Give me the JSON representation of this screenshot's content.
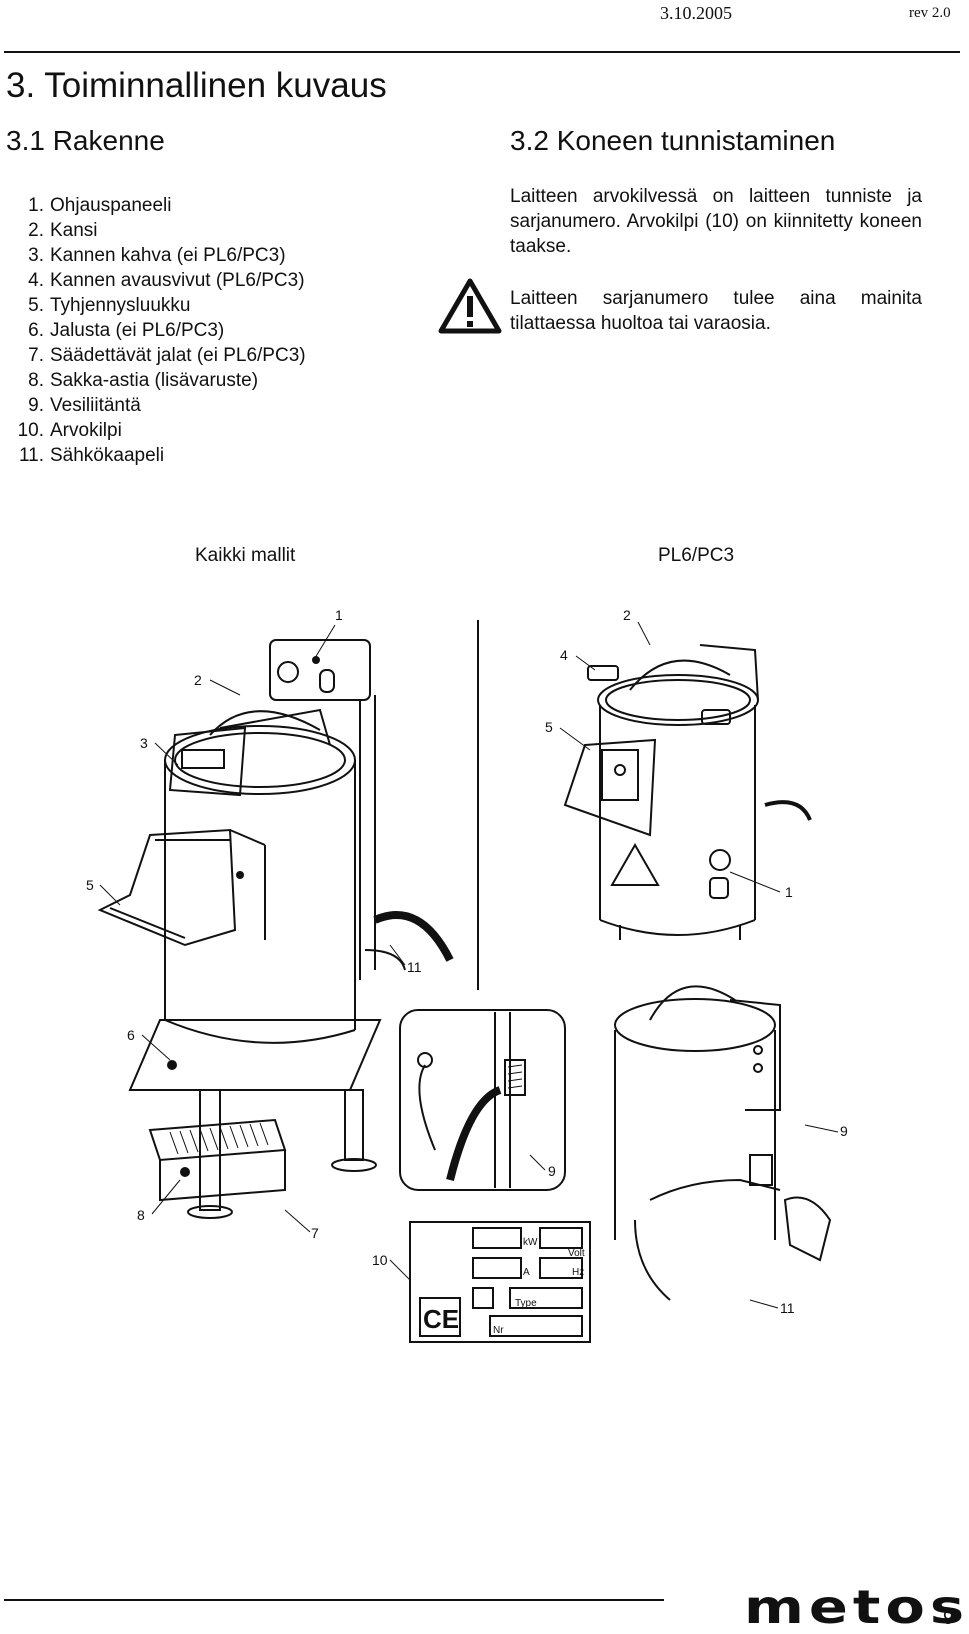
{
  "header": {
    "date": "3.10.2005",
    "revision": "rev 2.0"
  },
  "section_title": "3. Toiminnallinen kuvaus",
  "subsection_structure": "3.1 Rakenne",
  "parts": [
    {
      "num": "1.",
      "label": "Ohjauspaneeli"
    },
    {
      "num": "2.",
      "label": "Kansi"
    },
    {
      "num": "3.",
      "label": "Kannen kahva (ei PL6/PC3)"
    },
    {
      "num": "4.",
      "label": "Kannen avausvivut (PL6/PC3)"
    },
    {
      "num": "5.",
      "label": "Tyhjennysluukku"
    },
    {
      "num": "6.",
      "label": "Jalusta (ei PL6/PC3)"
    },
    {
      "num": "7.",
      "label": "Säädettävät jalat (ei PL6/PC3)"
    },
    {
      "num": "8.",
      "label": "Sakka-astia (lisävaruste)"
    },
    {
      "num": "9.",
      "label": "Vesiliitäntä"
    },
    {
      "num": "10.",
      "label": "Arvokilpi"
    },
    {
      "num": "11.",
      "label": "Sähkökaapeli"
    }
  ],
  "subsection_identification": "3.2 Koneen tunnistaminen",
  "paragraph1": "Laitteen arvokilvessä on laitteen tunniste ja sarjanumero. Arvokilpi (10) on kiinnitetty koneen taakse.",
  "paragraph2": "Laitteen sarjanumero tulee aina mainita tilattaessa huoltoa tai varaosia.",
  "figure": {
    "caption_left": "Kaikki mallit",
    "caption_right": "PL6/PC3",
    "callouts": [
      "1",
      "2",
      "3",
      "5",
      "6",
      "8",
      "7",
      "11",
      "2",
      "4",
      "5",
      "1",
      "9",
      "9",
      "10",
      "11"
    ],
    "plate_labels": [
      "kW",
      "Volt",
      "A",
      "Hz",
      "Type",
      "Nr"
    ],
    "ce_mark": "CE"
  },
  "footer": {
    "logo": "metos",
    "page_number": "9"
  }
}
